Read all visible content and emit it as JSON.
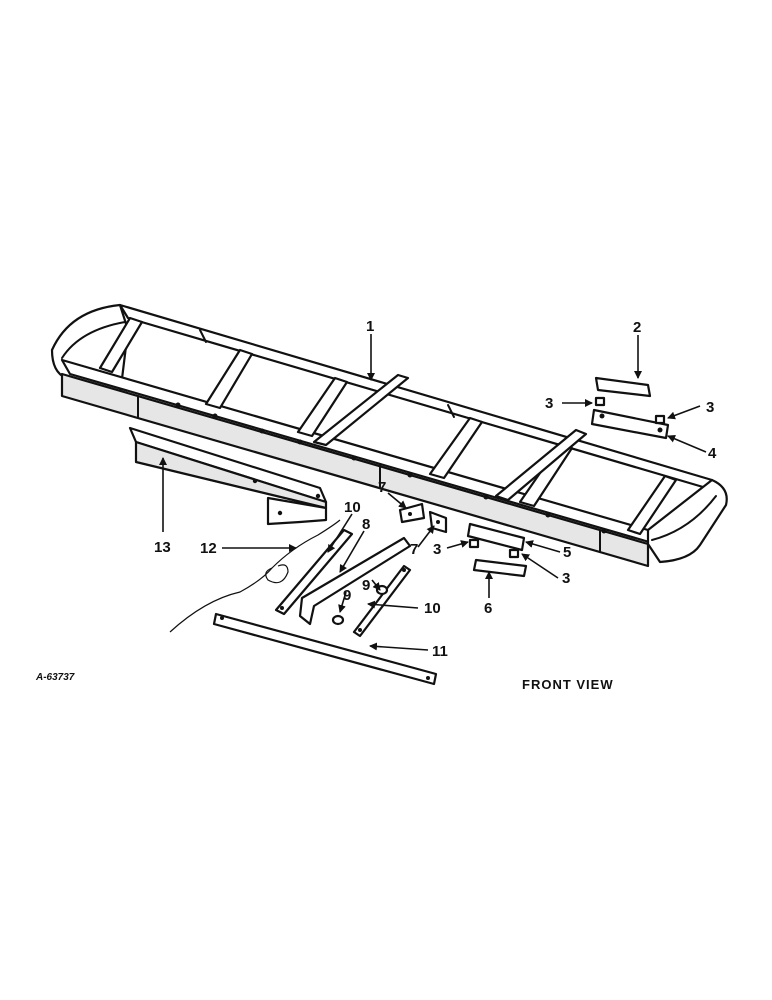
{
  "figure": {
    "view_label": "FRONT VIEW",
    "drawing_number": "A-63737",
    "ink_color": "#111111",
    "paper_color": "#ffffff"
  },
  "callouts": {
    "c1": "1",
    "c2": "2",
    "c3": "3",
    "c4": "4",
    "c5": "5",
    "c6": "6",
    "c7": "7",
    "c8": "8",
    "c9": "9",
    "c10": "10",
    "c11": "11",
    "c12": "12",
    "c13": "13"
  }
}
